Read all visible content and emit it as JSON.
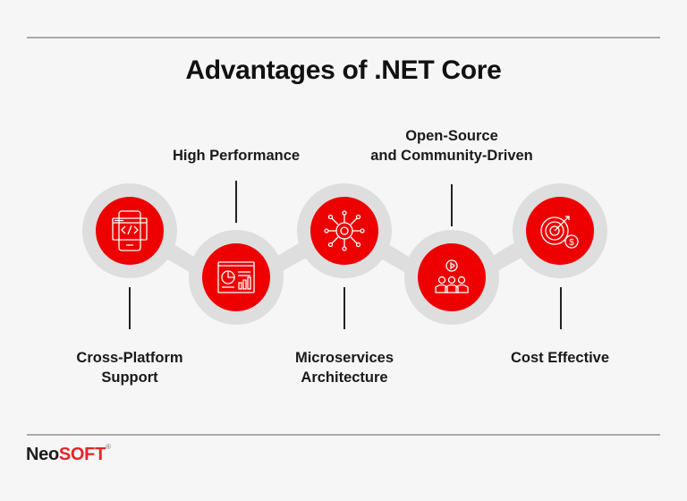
{
  "title": "Advantages of .NET Core",
  "colors": {
    "accent": "#ee0000",
    "track": "#dedede",
    "background": "#f6f6f6",
    "text": "#1a1a1a"
  },
  "items": [
    {
      "label_line1": "Cross-Platform",
      "label_line2": "Support",
      "icon": "mobile-code-icon",
      "position": "bottom"
    },
    {
      "label_line1": "High Performance",
      "label_line2": "",
      "icon": "dashboard-chart-icon",
      "position": "top"
    },
    {
      "label_line1": "Microservices",
      "label_line2": "Architecture",
      "icon": "gear-network-icon",
      "position": "bottom"
    },
    {
      "label_line1": "Open-Source",
      "label_line2": "and Community-Driven",
      "icon": "team-gear-icon",
      "position": "top"
    },
    {
      "label_line1": "Cost Effective",
      "label_line2": "",
      "icon": "target-dollar-icon",
      "position": "bottom"
    }
  ],
  "logo": {
    "part1": "Neo",
    "part2": "SOFT",
    "reg": "®"
  }
}
